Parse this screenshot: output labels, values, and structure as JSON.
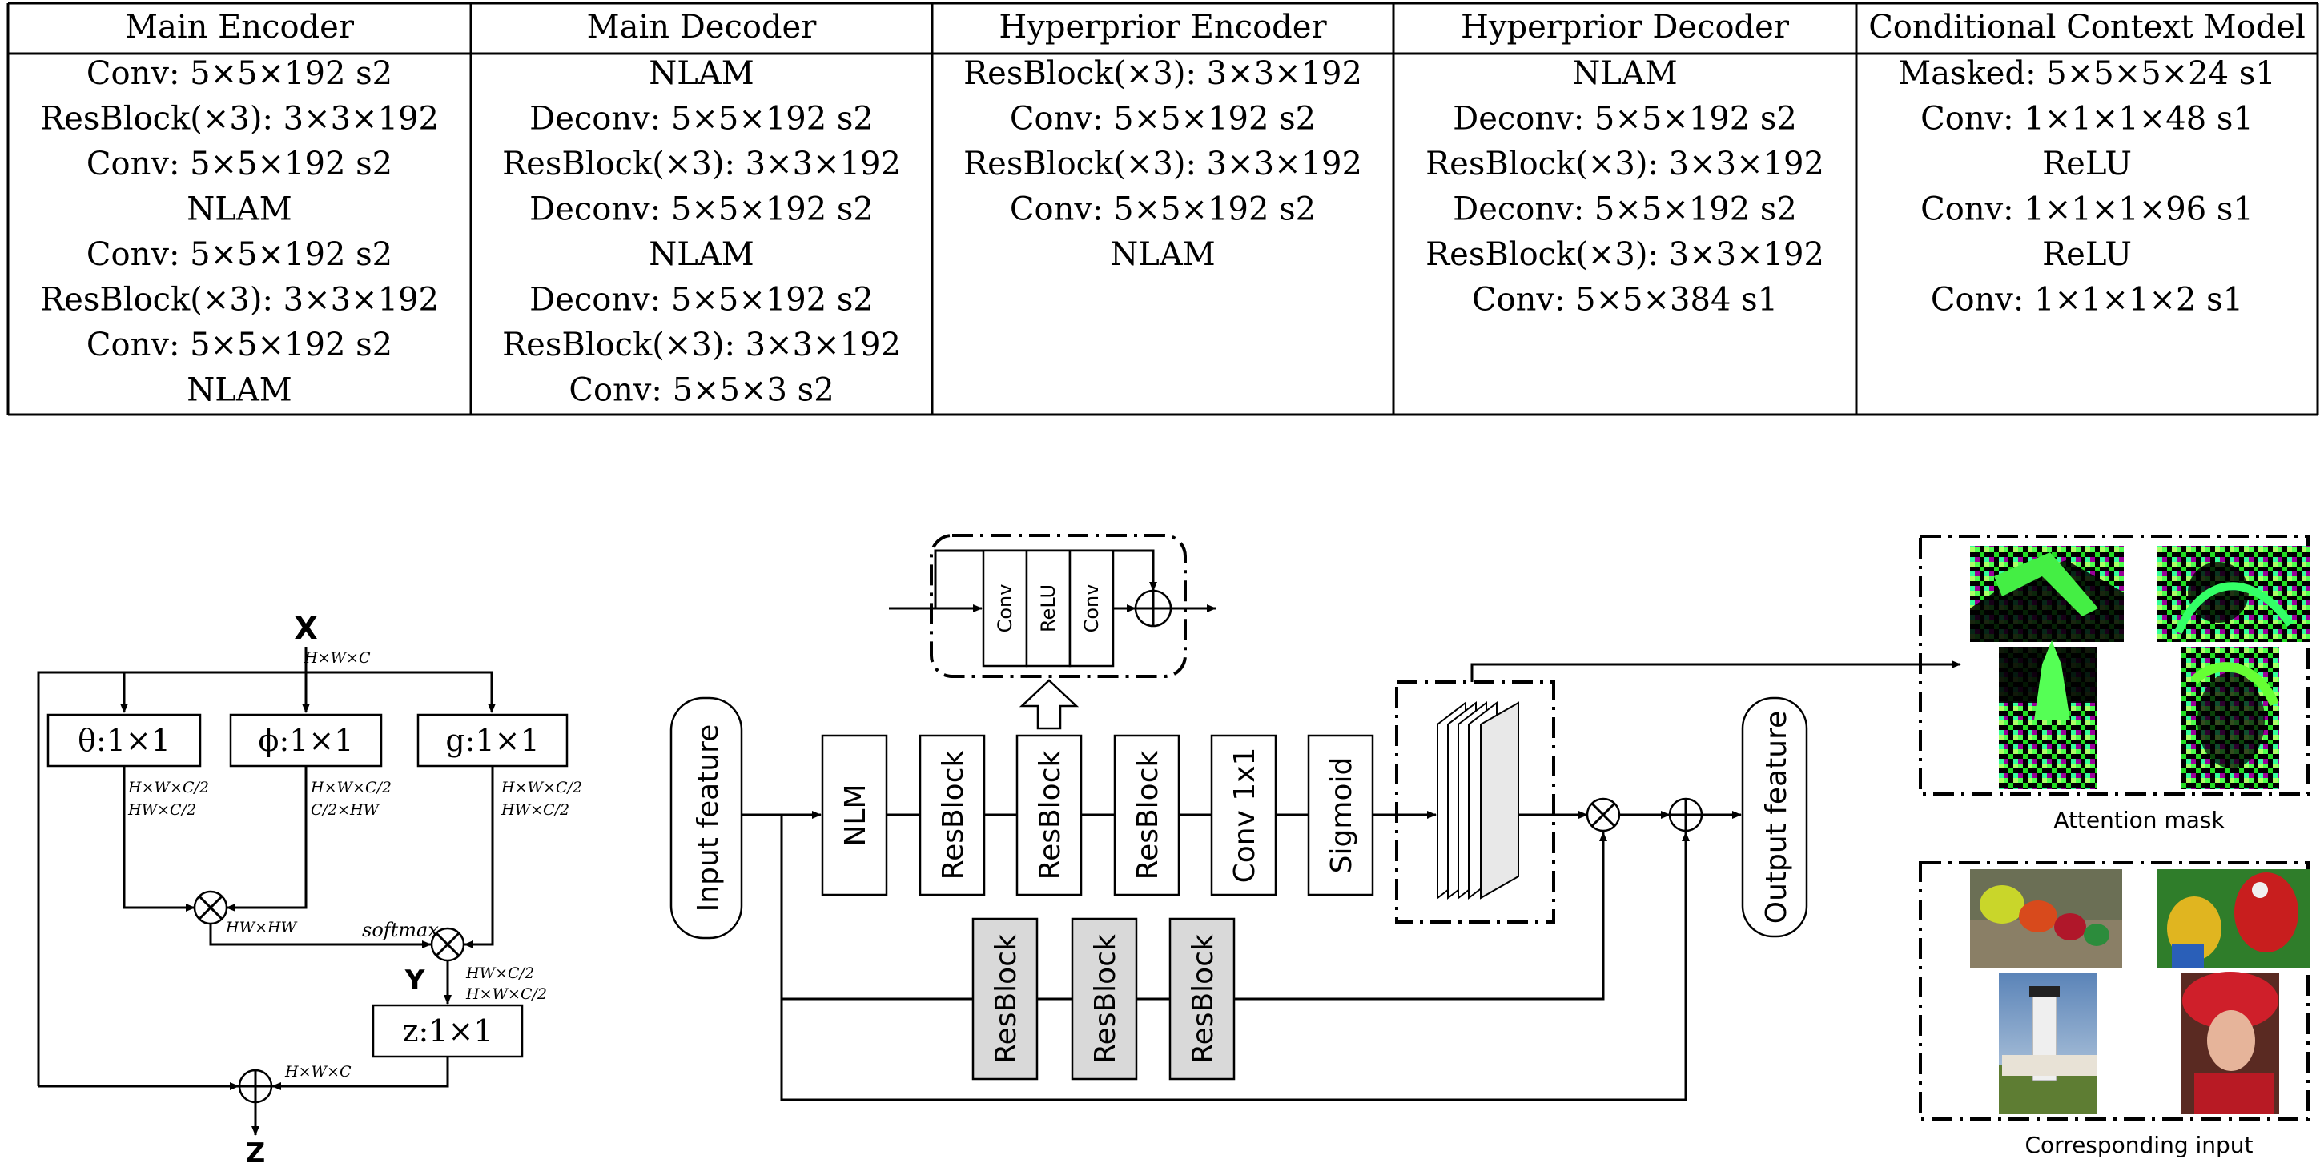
{
  "table": {
    "columns": [
      {
        "header": "Main Encoder",
        "rows": [
          "Conv: 5×5×192 s2",
          "ResBlock(×3): 3×3×192",
          "Conv: 5×5×192 s2",
          "NLAM",
          "Conv: 5×5×192 s2",
          "ResBlock(×3): 3×3×192",
          "Conv: 5×5×192 s2",
          "NLAM"
        ]
      },
      {
        "header": "Main Decoder",
        "rows": [
          "NLAM",
          "Deconv: 5×5×192 s2",
          "ResBlock(×3): 3×3×192",
          "Deconv: 5×5×192 s2",
          "NLAM",
          "Deconv: 5×5×192 s2",
          "ResBlock(×3): 3×3×192",
          "Conv: 5×5×3 s2"
        ]
      },
      {
        "header": "Hyperprior Encoder",
        "rows": [
          "ResBlock(×3): 3×3×192",
          "Conv: 5×5×192 s2",
          "ResBlock(×3): 3×3×192",
          "Conv: 5×5×192 s2",
          "NLAM"
        ]
      },
      {
        "header": "Hyperprior Decoder",
        "rows": [
          "NLAM",
          "Deconv: 5×5×192 s2",
          "ResBlock(×3): 3×3×192",
          "Deconv: 5×5×192 s2",
          "ResBlock(×3): 3×3×192",
          "Conv: 5×5×384 s1"
        ]
      },
      {
        "header": "Conditional Context Model",
        "rows": [
          "Masked: 5×5×5×24 s1",
          "Conv: 1×1×1×48 s1",
          "ReLU",
          "Conv: 1×1×1×96 s1",
          "ReLU",
          "Conv: 1×1×1×2 s1"
        ]
      }
    ]
  },
  "nlm": {
    "input_label": "X",
    "output_label": "Z",
    "y_label": "Y",
    "theta_label": "θ:1×1",
    "phi_label": "ϕ:1×1",
    "g_label": "g:1×1",
    "z_label": "z:1×1",
    "softmax_label": "softmax",
    "dim_input": "H×W×C",
    "dim_theta_1": "H×W×C/2",
    "dim_theta_2": "HW×C/2",
    "dim_phi_1": "H×W×C/2",
    "dim_phi_2": "C/2×HW",
    "dim_g_1": "H×W×C/2",
    "dim_g_2": "HW×C/2",
    "dim_hwhw": "HW×HW",
    "dim_y_1": "HW×C/2",
    "dim_y_2": "H×W×C/2",
    "dim_output": "H×W×C"
  },
  "nlam": {
    "input_feature": "Input feature",
    "output_feature": "Output feature",
    "main_blocks": [
      "NLM",
      "ResBlock",
      "ResBlock",
      "ResBlock",
      "Conv 1x1",
      "Sigmoid"
    ],
    "trunk_blocks": [
      "ResBlock",
      "ResBlock",
      "ResBlock"
    ],
    "resblock_detail": [
      "Conv",
      "ReLU",
      "Conv"
    ]
  },
  "visuals": {
    "attention_mask_label": "Attention mask",
    "corresponding_input_label": "Corresponding input"
  }
}
